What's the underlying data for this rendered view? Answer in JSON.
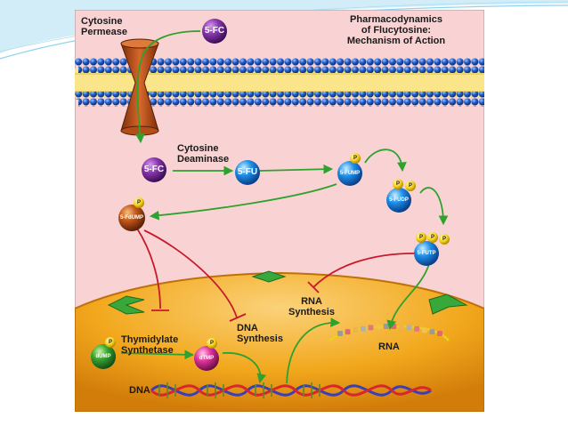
{
  "title": {
    "line1": "Pharmacodynamics",
    "line2": "of Flucytosine:",
    "line3": "Mechanism of Action"
  },
  "transporter": {
    "line1": "Cytosine",
    "line2": "Permease"
  },
  "enzymes": {
    "deaminase": {
      "line1": "Cytosine",
      "line2": "Deaminase"
    },
    "thymidylate": {
      "line1": "Thymidylate",
      "line2": "Synthetase"
    }
  },
  "molecules": {
    "fc_outside": "5-FC",
    "fc_inside": "5-FC",
    "fu": "5-FU",
    "fump": "5-FUMP",
    "fudp": "5-FUDP",
    "futp": "5-FUTP",
    "fdump": "5-FdUMP",
    "dump": "dUMP",
    "dtmp": "dTMP",
    "phosphate": "P"
  },
  "processes": {
    "rna_synthesis": {
      "line1": "RNA",
      "line2": "Synthesis"
    },
    "dna_synthesis": {
      "line1": "DNA",
      "line2": "Synthesis"
    },
    "dna_synthesis_nucleus": "Synthesis"
  },
  "products": {
    "rna": "RNA",
    "dna": "DNA"
  },
  "colors": {
    "cell_background": "#f9d3d3",
    "membrane_band": "#fbe58a",
    "lipid_head": "#1f5fcf",
    "nucleus": "#f2a81d",
    "activation_arrow": "#2fa12f",
    "inhibition_line": "#c8192c",
    "fc_sphere": "#7a2ca0",
    "fu_sphere": "#1e8fe8",
    "fdump_sphere": "#c2561b",
    "dump_sphere": "#3aa52e",
    "dtmp_sphere": "#e0339a",
    "phosphate": "#f5d21a",
    "slide_accent": "#8fd3ee"
  }
}
